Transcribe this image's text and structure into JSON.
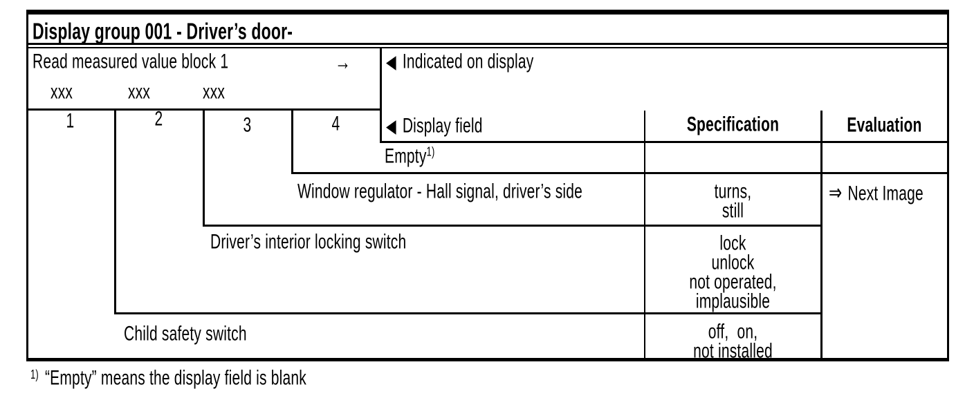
{
  "doc": {
    "title": "Display group 001 - Driver’s door-",
    "read_row": {
      "label": "Read measured value block 1",
      "arrow": "→",
      "pointer": "◀",
      "indicated": "Indicated on display"
    },
    "measured_values": [
      "xxx",
      "xxx",
      "xxx"
    ],
    "field_numbers": [
      "1",
      "2",
      "3",
      "4"
    ],
    "columns": {
      "pointer": "◀",
      "display_field": "Display field",
      "specification": "Specification",
      "evaluation": "Evaluation"
    },
    "rows": [
      {
        "label": "Empty",
        "footnote_ref": "1)",
        "spec": [],
        "eval_text": ""
      },
      {
        "label": "Window regulator - Hall signal, driver’s side",
        "spec": [
          "turns,",
          "still"
        ],
        "eval_arrow": "⇒",
        "eval_text": "Next Image"
      },
      {
        "label": "Driver’s interior locking switch",
        "spec": [
          "lock",
          "unlock",
          "not operated,",
          "implausible"
        ]
      },
      {
        "label": "Child safety switch",
        "spec": [
          "off,  on,",
          "not installed"
        ]
      }
    ],
    "footnote": {
      "marker": "1)",
      "text": "“Empty” means the display field is blank"
    }
  }
}
